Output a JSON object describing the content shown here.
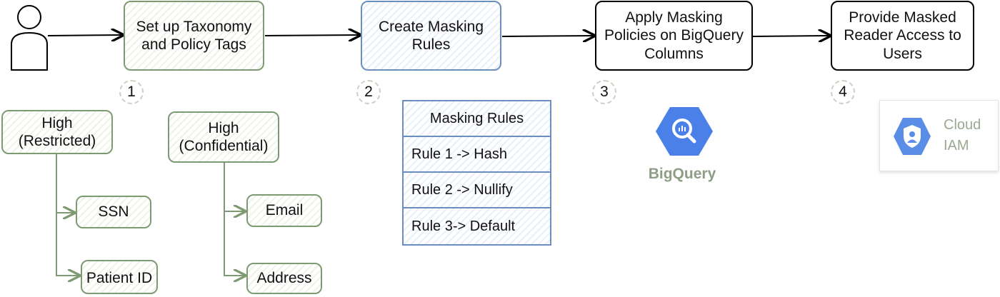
{
  "steps": [
    {
      "number": "1",
      "label": "Set up Taxonomy and Policy Tags"
    },
    {
      "number": "2",
      "label": "Create Masking Rules"
    },
    {
      "number": "3",
      "label": "Apply Masking Policies on BigQuery Columns"
    },
    {
      "number": "4",
      "label": "Provide Masked Reader Access to Users"
    }
  ],
  "taxonomy": {
    "high_restricted": {
      "label": "High (Restricted)",
      "children": [
        "SSN",
        "Patient ID"
      ]
    },
    "high_confidential": {
      "label": "High (Confidential)",
      "children": [
        "Email",
        "Address"
      ]
    }
  },
  "masking_rules": {
    "title": "Masking Rules",
    "rules": [
      "Rule 1 -> Hash",
      "Rule 2 -> Nullify",
      "Rule 3-> Default"
    ]
  },
  "bigquery": {
    "label": "BigQuery",
    "icon": "bigquery-icon",
    "color": "#4a80e8"
  },
  "cloud_iam": {
    "label_line1": "Cloud",
    "label_line2": "IAM",
    "icon": "cloud-iam-icon",
    "color": "#5a8ee6"
  },
  "colors": {
    "green": "#7e9a72",
    "blue": "#6c8ebf",
    "step_circle": "#c9d2c3"
  }
}
